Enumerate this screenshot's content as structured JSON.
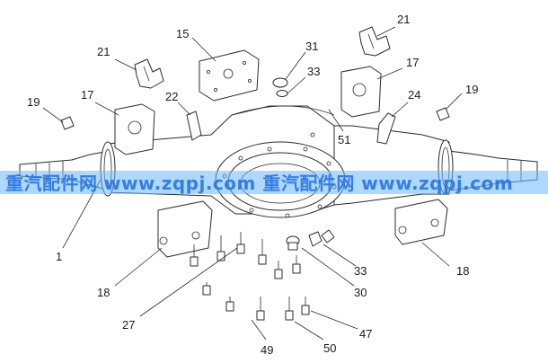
{
  "diagram": {
    "callouts": [
      {
        "id": "c15",
        "text": "15"
      },
      {
        "id": "c31",
        "text": "31"
      },
      {
        "id": "c21a",
        "text": "21"
      },
      {
        "id": "c21b",
        "text": "21"
      },
      {
        "id": "c33a",
        "text": "33"
      },
      {
        "id": "c17a",
        "text": "17"
      },
      {
        "id": "c17b",
        "text": "17"
      },
      {
        "id": "c19a",
        "text": "19"
      },
      {
        "id": "c19b",
        "text": "19"
      },
      {
        "id": "c22",
        "text": "22"
      },
      {
        "id": "c24",
        "text": "24"
      },
      {
        "id": "c51",
        "text": "51"
      },
      {
        "id": "c1",
        "text": "1"
      },
      {
        "id": "c18a",
        "text": "18"
      },
      {
        "id": "c18b",
        "text": "18"
      },
      {
        "id": "c33b",
        "text": "33"
      },
      {
        "id": "c30",
        "text": "30"
      },
      {
        "id": "c27",
        "text": "27"
      },
      {
        "id": "c47",
        "text": "47"
      },
      {
        "id": "c49",
        "text": "49"
      },
      {
        "id": "c50",
        "text": "50"
      }
    ],
    "watermark": {
      "text": "重汽配件网 www.zqpj.com  重汽配件网 www.zqpj.com",
      "color": "#1f6fe0",
      "band_color": "#6cb8ff"
    },
    "line_color": "#2b2b2b"
  }
}
